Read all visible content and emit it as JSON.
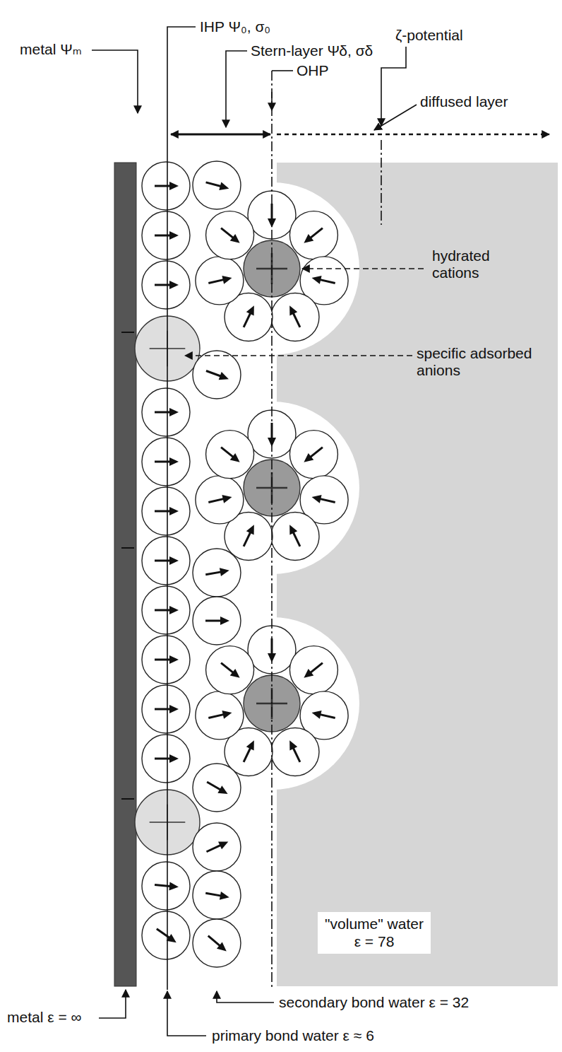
{
  "diagram": {
    "nodes": [
      {
        "text": [
          "\"volume\" water ε = 78"
        ]
      }
    ],
    "labels": [
      "IHP Ψ₀, σ₀",
      "metal Ψₘ",
      "Stern-layer Ψδ, σδ",
      "ζ-potential",
      "OHP",
      "diffused layer",
      "hydrated cations",
      "specific adsorbed anions",
      "secondary bond water ε = 32",
      "metal ε = ∞",
      "primary bond water ε ≈ 6"
    ]
  }
}
